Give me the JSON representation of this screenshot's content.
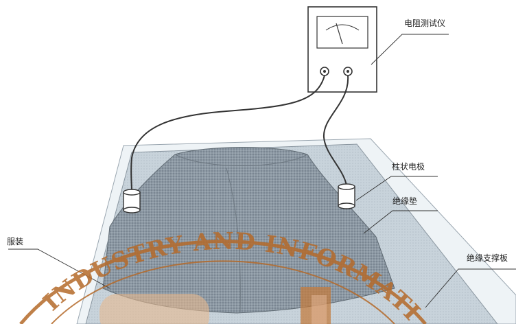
{
  "labels": {
    "meter": "电阻测试仪",
    "electrode": "柱状电极",
    "mat": "绝缘垫",
    "garment": "服装",
    "board": "绝缘支撑板"
  },
  "watermark": {
    "text": "INDUSTRY AND INFORMATION T"
  },
  "colors": {
    "line": "#333333",
    "board": "#eef3f6",
    "mat": "#c6d1d9",
    "garment": "#8f9ba5",
    "watermark": "#b56a2a"
  }
}
